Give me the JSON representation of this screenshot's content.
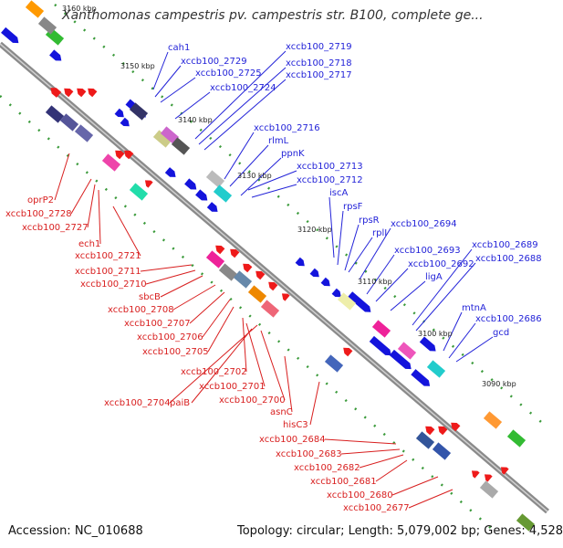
{
  "title": "Xanthomonas campestris pv. campestris str. B100, complete ge...",
  "footer": {
    "accession": "Accession: NC_010688",
    "summary": "Topology: circular; Length: 5,079,002 bp; Genes: 4,528"
  },
  "colors": {
    "forward_label": "#2323d8",
    "reverse_label": "#d81e1e",
    "backbone": "#777777",
    "forward_gene": "#1010e0",
    "reverse_gene": "#ee1111"
  },
  "ticks": [
    "3160 kbp",
    "3150 kbp",
    "3140 kbp",
    "3130 kbp",
    "3120 kbp",
    "3110 kbp",
    "3100 kbp",
    "3090 kbp"
  ],
  "forward_labels": [
    "cah1",
    "xccb100_2729",
    "xccb100_2725",
    "xccb100_2724",
    "xccb100_2719",
    "xccb100_2718",
    "xccb100_2717",
    "xccb100_2716",
    "rlmL",
    "ppnK",
    "xccb100_2713",
    "xccb100_2712",
    "iscA",
    "rpsF",
    "rpsR",
    "rplI",
    "xccb100_2694",
    "xccb100_2693",
    "xccb100_2692",
    "ligA",
    "xccb100_2689",
    "xccb100_2688",
    "mtnA",
    "xccb100_2686",
    "gcd"
  ],
  "reverse_labels": [
    "oprP2",
    "xccb100_2728",
    "xccb100_2727",
    "ech1",
    "xccb100_2721",
    "xccb100_2711",
    "xccb100_2710",
    "sbcB",
    "xccb100_2708",
    "xccb100_2707",
    "xccb100_2706",
    "xccb100_2705",
    "xccb100_2702",
    "xccb100_2701",
    "xccb100_2704",
    "paiB",
    "xccb100_2700",
    "asnC",
    "hisC3",
    "xccb100_2684",
    "xccb100_2683",
    "xccb100_2682",
    "xccb100_2681",
    "xccb100_2680",
    "xccb100_2677"
  ]
}
